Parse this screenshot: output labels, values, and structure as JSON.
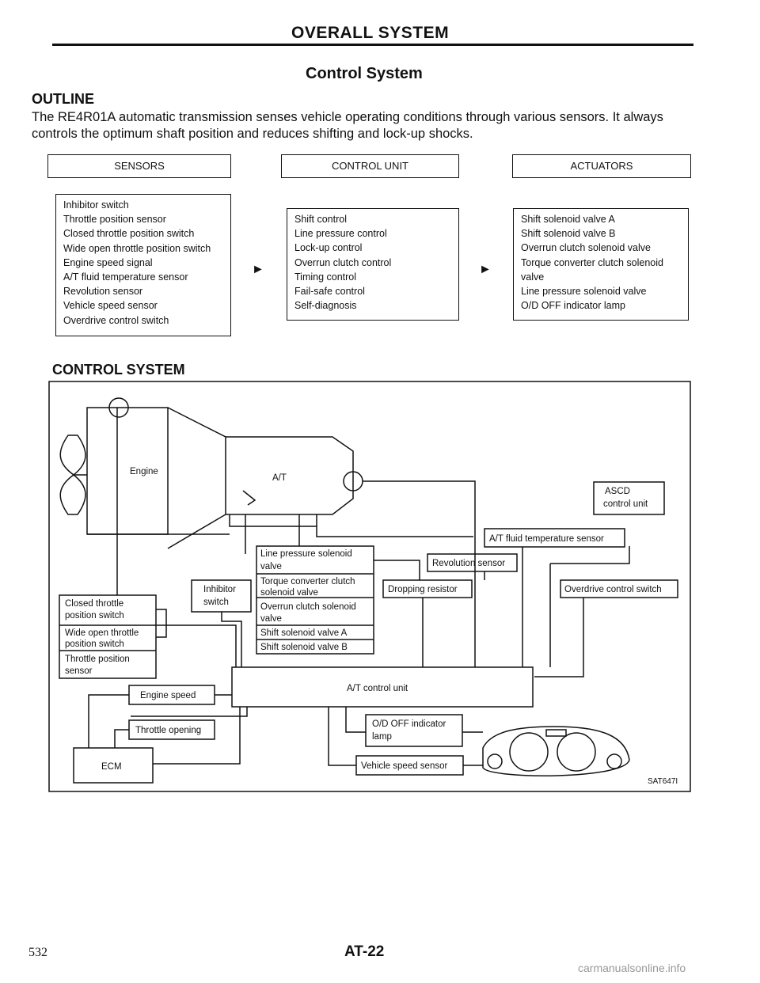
{
  "header": {
    "title": "OVERALL SYSTEM",
    "subtitle": "Control System"
  },
  "outline": {
    "heading": "OUTLINE",
    "text": "The RE4R01A automatic transmission senses vehicle operating conditions through various sensors. It always controls the optimum shaft position and reduces shifting and lock-up shocks."
  },
  "overview": {
    "sensors": {
      "label": "SENSORS",
      "items": [
        "Inhibitor switch",
        "Throttle position sensor",
        "Closed throttle position switch",
        "Wide open throttle position switch",
        "Engine speed signal",
        "A/T fluid temperature sensor",
        "Revolution sensor",
        "Vehicle speed sensor",
        "Overdrive control switch"
      ]
    },
    "control_unit": {
      "label": "CONTROL UNIT",
      "items": [
        "Shift control",
        "Line pressure control",
        "Lock-up control",
        "Overrun clutch control",
        "Timing control",
        "Fail-safe control",
        "Self-diagnosis"
      ]
    },
    "actuators": {
      "label": "ACTUATORS",
      "items": [
        "Shift solenoid valve A",
        "Shift solenoid valve B",
        "Overrun clutch solenoid valve",
        "Torque converter clutch solenoid",
        "valve",
        "Line pressure solenoid valve",
        "O/D OFF indicator lamp"
      ]
    },
    "arrow_glyph": "►"
  },
  "control_system": {
    "heading": "CONTROL SYSTEM",
    "labels": {
      "engine": "Engine",
      "at": "A/T",
      "ascd": [
        "ASCD",
        "control unit"
      ],
      "at_fluid": "A/T fluid temperature sensor",
      "line_pressure": [
        "Line pressure solenoid",
        "valve"
      ],
      "torque_converter": [
        "Torque converter clutch",
        "solenoid valve"
      ],
      "overrun": [
        "Overrun clutch solenoid",
        "valve"
      ],
      "shift_a": "Shift solenoid valve A",
      "shift_b": "Shift solenoid valve B",
      "revolution": "Revolution sensor",
      "dropping": "Dropping resistor",
      "overdrive": "Overdrive control switch",
      "inhibitor": [
        "Inhibitor",
        "switch"
      ],
      "closed_throttle": [
        "Closed throttle",
        "position switch"
      ],
      "wide_open": [
        "Wide open throttle",
        "position switch"
      ],
      "throttle_sensor": [
        "Throttle position",
        "sensor"
      ],
      "engine_speed": "Engine speed",
      "throttle_opening": "Throttle opening",
      "ecm": "ECM",
      "at_control_unit": "A/T control unit",
      "od_off": [
        "O/D OFF indicator",
        "lamp"
      ],
      "vehicle_speed": "Vehicle speed sensor",
      "code": "SAT647I"
    }
  },
  "footer": {
    "page_number": "532",
    "page_code": "AT-22",
    "watermark": "carmanualsonline.info"
  }
}
